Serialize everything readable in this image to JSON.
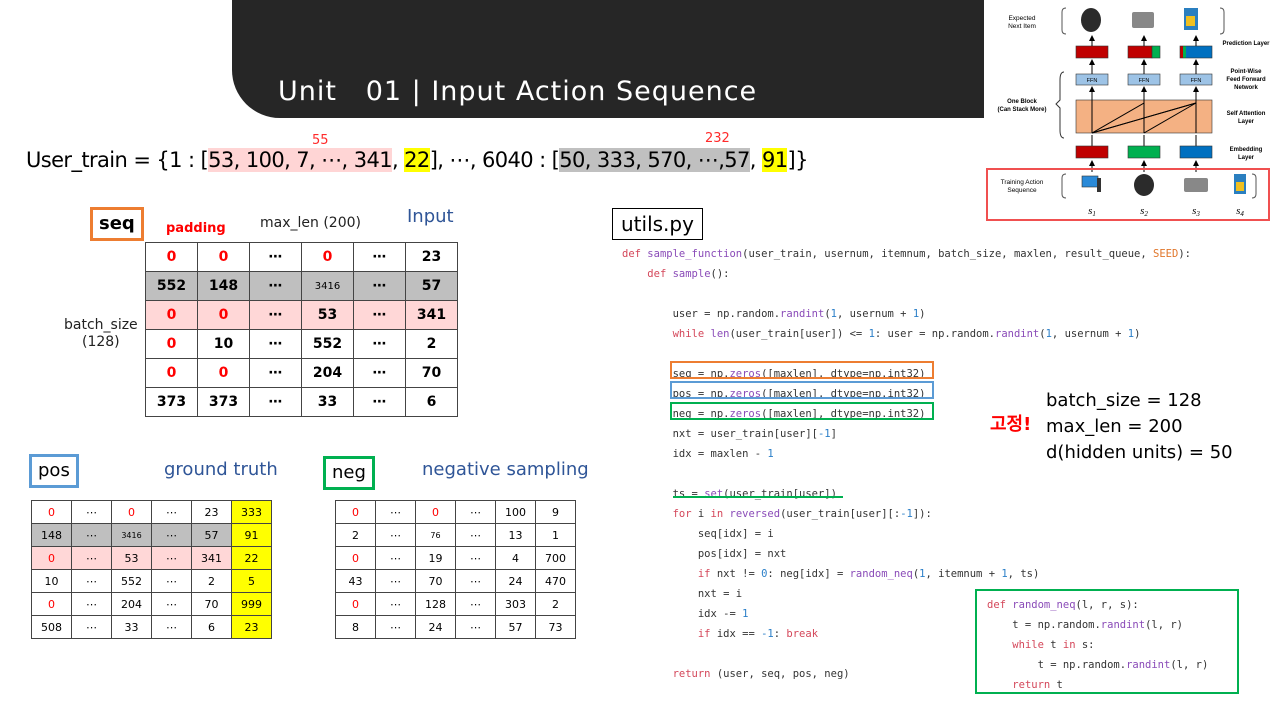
{
  "header": {
    "title": "Unit   01 | Input Action Sequence"
  },
  "user_train": {
    "prefix": "User_train = {1 : [",
    "user1_items": "53, 100, 7, ⋯, 341",
    "sep1": ", ",
    "user1_last": "22",
    "mid": "], ⋯, 6040 : [",
    "user6040_items": "50, 333, 570, ⋯,57",
    "sep2": ", ",
    "user6040_last": "91",
    "suffix": "]}",
    "annotation_user1_len": "55",
    "annotation_user6040_len": "232"
  },
  "seq_section": {
    "label": "seq",
    "padding_label": "padding",
    "max_len_label": "max_len (200)",
    "input_label": "Input",
    "batch_size_label": "batch_size",
    "batch_size_value": "(128)",
    "rows": [
      [
        "0",
        "0",
        "⋯",
        "0",
        "⋯",
        "23"
      ],
      [
        "552",
        "148",
        "⋯",
        "3416",
        "⋯",
        "57"
      ],
      [
        "0",
        "0",
        "⋯",
        "53",
        "⋯",
        "341"
      ],
      [
        "0",
        "10",
        "⋯",
        "552",
        "⋯",
        "2"
      ],
      [
        "0",
        "0",
        "⋯",
        "204",
        "⋯",
        "70"
      ],
      [
        "373",
        "373",
        "⋯",
        "33",
        "⋯",
        "6"
      ]
    ]
  },
  "pos_section": {
    "label": "pos",
    "caption": "ground truth",
    "rows": [
      [
        "0",
        "⋯",
        "0",
        "⋯",
        "23",
        "333"
      ],
      [
        "148",
        "⋯",
        "3416",
        "⋯",
        "57",
        "91"
      ],
      [
        "0",
        "⋯",
        "53",
        "⋯",
        "341",
        "22"
      ],
      [
        "10",
        "⋯",
        "552",
        "⋯",
        "2",
        "5"
      ],
      [
        "0",
        "⋯",
        "204",
        "⋯",
        "70",
        "999"
      ],
      [
        "508",
        "⋯",
        "33",
        "⋯",
        "6",
        "23"
      ]
    ]
  },
  "neg_section": {
    "label": "neg",
    "caption": "negative sampling",
    "rows": [
      [
        "0",
        "⋯",
        "0",
        "⋯",
        "100",
        "9"
      ],
      [
        "2",
        "⋯",
        "76",
        "⋯",
        "13",
        "1"
      ],
      [
        "0",
        "⋯",
        "19",
        "⋯",
        "4",
        "700"
      ],
      [
        "43",
        "⋯",
        "70",
        "⋯",
        "24",
        "470"
      ],
      [
        "0",
        "⋯",
        "128",
        "⋯",
        "303",
        "2"
      ],
      [
        "8",
        "⋯",
        "24",
        "⋯",
        "57",
        "73"
      ]
    ]
  },
  "code": {
    "file_label": "utils.py",
    "lines": [
      "def sample_function(user_train, usernum, itemnum, batch_size, maxlen, result_queue, SEED):",
      "    def sample():",
      "",
      "        user = np.random.randint(1, usernum + 1)",
      "        while len(user_train[user]) <= 1: user = np.random.randint(1, usernum + 1)",
      "",
      "        seq = np.zeros([maxlen], dtype=np.int32)",
      "        pos = np.zeros([maxlen], dtype=np.int32)",
      "        neg = np.zeros([maxlen], dtype=np.int32)",
      "        nxt = user_train[user][-1]",
      "        idx = maxlen - 1",
      "",
      "        ts = set(user_train[user])",
      "        for i in reversed(user_train[user][:-1]):",
      "            seq[idx] = i",
      "            pos[idx] = nxt",
      "            if nxt != 0: neg[idx] = random_neq(1, itemnum + 1, ts)",
      "            nxt = i",
      "            idx -= 1",
      "            if idx == -1: break",
      "",
      "        return (user, seq, pos, neg)"
    ],
    "random_neq_lines": [
      "def random_neq(l, r, s):",
      "    t = np.random.randint(l, r)",
      "    while t in s:",
      "        t = np.random.randint(l, r)",
      "    return t"
    ]
  },
  "params": {
    "fixed_label": "고정!",
    "lines": [
      "batch_size = 128",
      "max_len = 200",
      "d(hidden units) = 50"
    ]
  },
  "diagram": {
    "expected_next_item": "Expected Next Item",
    "prediction_layer": "Prediction Layer",
    "ffn_label": "FFN",
    "point_wise": "Point-Wise Feed Forward Network",
    "one_block": "One Block (Can Stack More)",
    "self_attention": "Self Attention Layer",
    "embedding_layer": "Embedding Layer",
    "training_action_sequence": "Training Action Sequence",
    "seq_labels": [
      "s1",
      "s2",
      "s3",
      "s4"
    ],
    "colors": {
      "red": "#c00000",
      "green": "#00b050",
      "blue": "#0070c0",
      "ffn": "#9dc3e6",
      "attention": "#f4b183",
      "frame": "#f05050"
    }
  },
  "colors": {
    "banner": "#262626",
    "highlight_pink": "#ffd5d5",
    "highlight_gray": "#c0c0c0",
    "highlight_yellow": "#ffff00",
    "seq_border": "#ed7d31",
    "pos_border": "#5b9bd5",
    "neg_border": "#00b050",
    "caption_blue": "#2f5597"
  }
}
